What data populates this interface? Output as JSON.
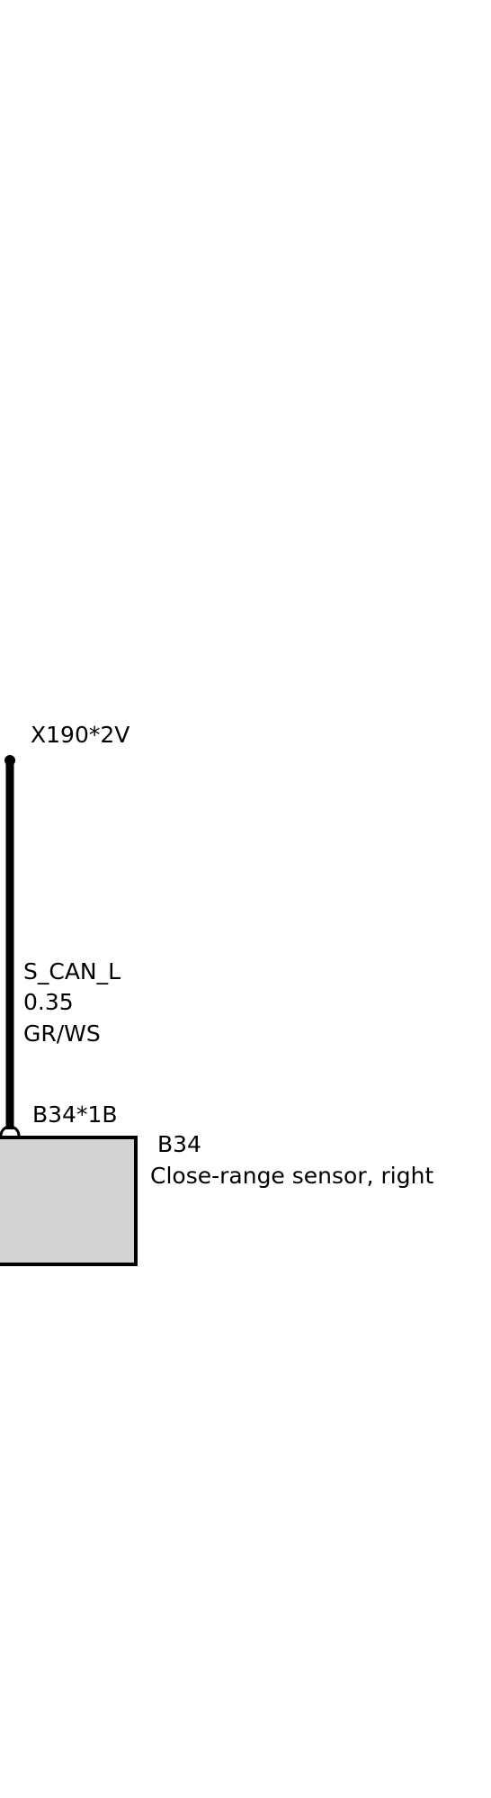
{
  "connector_top": "X190*2V",
  "wire": {
    "signal": "S_CAN_L",
    "gauge": "0.35",
    "color": "GR/WS"
  },
  "connector_bottom": "B34*1B",
  "component": {
    "id": "B34",
    "description": "Close-range sensor, right",
    "fill_color": "#d3d3d3"
  },
  "line_color": "#000000"
}
